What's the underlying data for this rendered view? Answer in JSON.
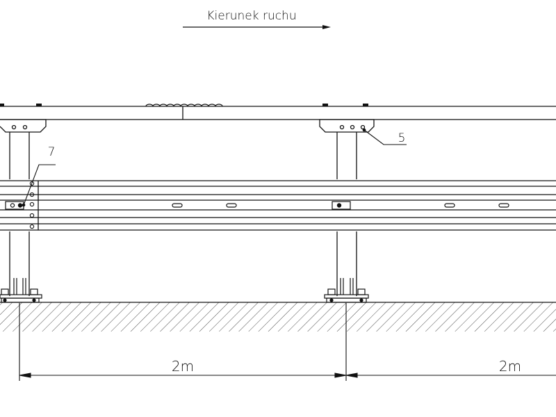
{
  "title": {
    "text": "Kierunek ruchu"
  },
  "labels": {
    "post_cap": "5",
    "splice": "7"
  },
  "dimensions": [
    {
      "text": "2m"
    },
    {
      "text": "2m"
    }
  ],
  "colors": {
    "line": "#111111",
    "background": "#ffffff"
  }
}
